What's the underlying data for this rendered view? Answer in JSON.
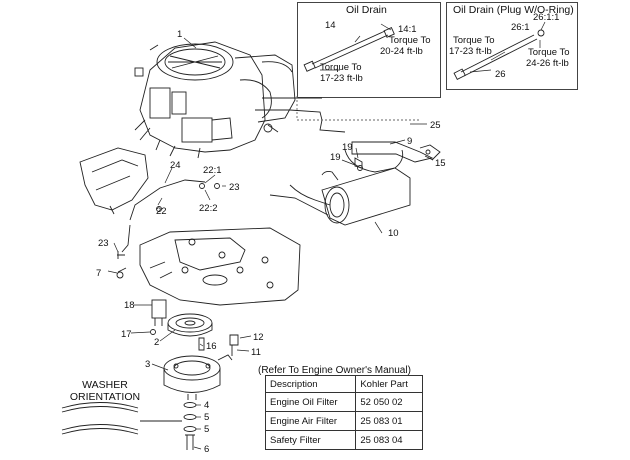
{
  "callouts": {
    "c1": "1",
    "c2": "2",
    "c3": "3",
    "c4": "4",
    "c5a": "5",
    "c5b": "5",
    "c6": "6",
    "c7": "7",
    "c9": "9",
    "c10": "10",
    "c11": "11",
    "c12": "12",
    "c14": "14",
    "c15": "15",
    "c16": "16",
    "c17": "17",
    "c18": "18",
    "c19a": "19",
    "c19b": "19",
    "c22": "22",
    "c22_1": "22:1",
    "c22_2": "22:2",
    "c23a": "23",
    "c23b": "23",
    "c24": "24",
    "c25": "25",
    "c26": "26",
    "c26_1": "26:1",
    "c26_1_1": "26:1:1",
    "c14_1": "14:1"
  },
  "oil_drain_box": {
    "title": "Oil Drain",
    "torque_top": [
      "Torque To",
      "20-24 ft-lb"
    ],
    "torque_bottom": [
      "Torque To",
      "17-23 ft-lb"
    ]
  },
  "oil_drain_plug_box": {
    "title": "Oil Drain (Plug W/O-Ring)",
    "torque_left": [
      "Torque To",
      "17-23 ft-lb"
    ],
    "torque_right": [
      "Torque To",
      "24-26 ft-lb"
    ]
  },
  "washer_orientation": {
    "line1": "WASHER",
    "line2": "ORIENTATION"
  },
  "parts_table": {
    "note": "(Refer To Engine Owner's Manual)",
    "headers": [
      "Description",
      "Kohler Part"
    ],
    "rows": [
      [
        "Engine Oil Filter",
        "52 050 02"
      ],
      [
        "Engine Air Filter",
        "25 083 01"
      ],
      [
        "Safety Filter",
        "25 083 04"
      ]
    ]
  }
}
